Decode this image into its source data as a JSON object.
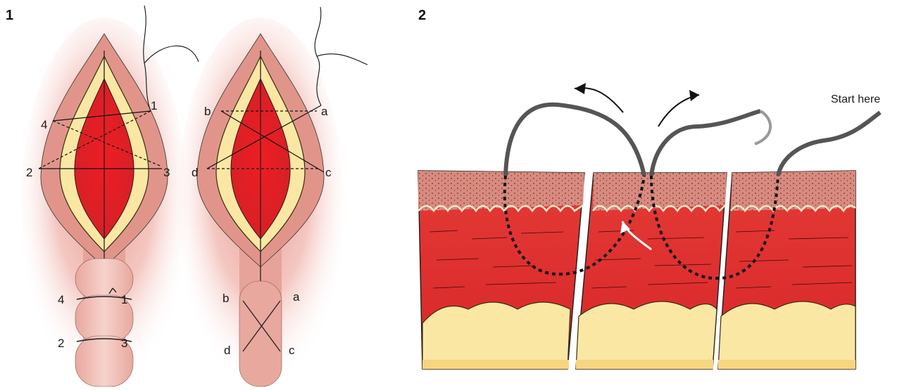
{
  "panel1": {
    "number": "1",
    "left": {
      "top_labels": [
        "4",
        "1",
        "2",
        "3"
      ],
      "bottom_labels": [
        "4",
        "1",
        "2",
        "3"
      ]
    },
    "right": {
      "top_labels": [
        "b",
        "a",
        "d",
        "c"
      ],
      "bottom_labels": [
        "b",
        "a",
        "d",
        "c"
      ]
    }
  },
  "panel2": {
    "number": "2",
    "callout": "Start here"
  },
  "colors": {
    "skin_halo": "#f3b6ad",
    "skin": "#e1958a",
    "wound_red": "#e2242a",
    "fat_yellow": "#fbe7a4",
    "dermis": "#d98a7e",
    "suture": "#555555",
    "outline": "#222222"
  }
}
